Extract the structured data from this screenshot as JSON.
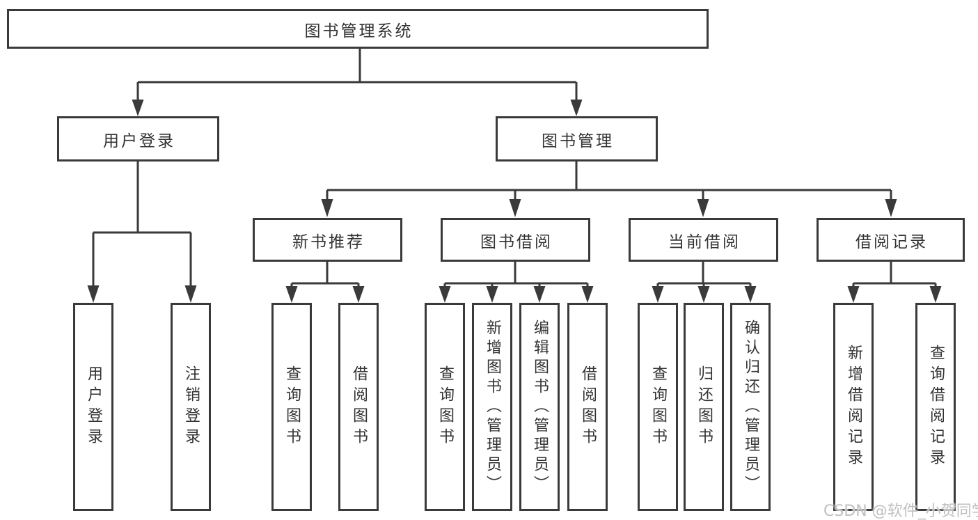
{
  "root": {
    "label": "图书管理系统"
  },
  "level2": {
    "user_login": {
      "label": "用户登录"
    },
    "book_mgmt": {
      "label": "图书管理"
    }
  },
  "level3": {
    "new_book_rec": {
      "label": "新书推荐"
    },
    "book_borrow": {
      "label": "图书借阅"
    },
    "current_borrow": {
      "label": "当前借阅"
    },
    "borrow_records": {
      "label": "借阅记录"
    }
  },
  "leaves": {
    "user_login": {
      "label": "用户登录"
    },
    "logout_login": {
      "label": "注销登录"
    },
    "nb_query_books": {
      "label": "查询图书"
    },
    "nb_borrow_books": {
      "label": "借阅图书"
    },
    "bb_query_books": {
      "label": "查询图书"
    },
    "bb_add_books": {
      "label": "新增图书（管理员）"
    },
    "bb_edit_books": {
      "label": "编辑图书（管理员）"
    },
    "bb_borrow_books": {
      "label": "借阅图书"
    },
    "cb_query_books": {
      "label": "查询图书"
    },
    "cb_return_books": {
      "label": "归还图书"
    },
    "cb_confirm_return": {
      "label": "确认归还（管理员）"
    },
    "br_add_record": {
      "label": "新增借阅记录"
    },
    "br_query_record": {
      "label": "查询借阅记录"
    }
  },
  "watermark": {
    "label": "CSDN @软件_小贺同学"
  },
  "colors": {
    "line": "#3a3a3a",
    "box_border": "#3a3a3a",
    "text": "#333333",
    "watermark": "#bfbfbf",
    "background": "#ffffff"
  }
}
